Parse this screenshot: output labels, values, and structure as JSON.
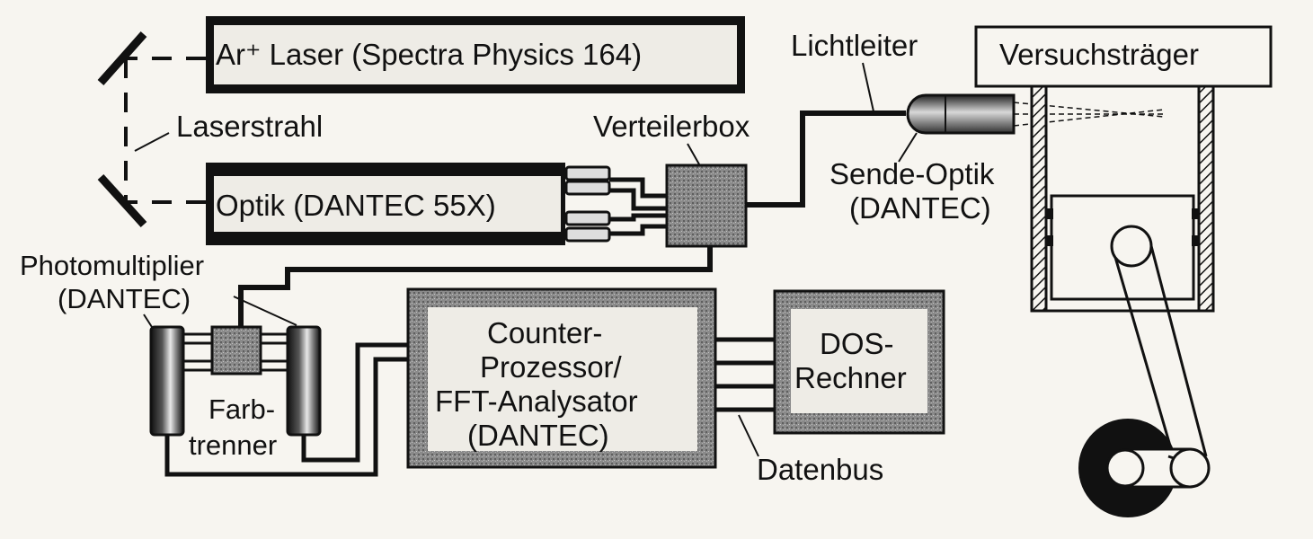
{
  "labels": {
    "laser": "Ar⁺ Laser (Spectra Physics 164)",
    "laserstrahl": "Laserstrahl",
    "optik": "Optik (DANTEC 55X)",
    "verteilerbox": "Verteilerbox",
    "lichtleiter": "Lichtleiter",
    "versuchstraeger": "Versuchsträger",
    "sende_optik_1": "Sende-Optik",
    "sende_optik_2": "(DANTEC)",
    "photomultiplier_1": "Photomultiplier",
    "photomultiplier_2": "(DANTEC)",
    "farbtrenner_1": "Farb-",
    "farbtrenner_2": "trenner",
    "counter_1": "Counter-",
    "counter_2": "Prozessor/",
    "counter_3": "FFT-Analysator",
    "counter_4": "(DANTEC)",
    "dos_1": "DOS-",
    "dos_2": "Rechner",
    "datenbus": "Datenbus"
  },
  "colors": {
    "ink": "#111111",
    "paper": "#f7f5f0",
    "grey_fill": "#8c8c8c",
    "box_fill": "#eeece6"
  }
}
